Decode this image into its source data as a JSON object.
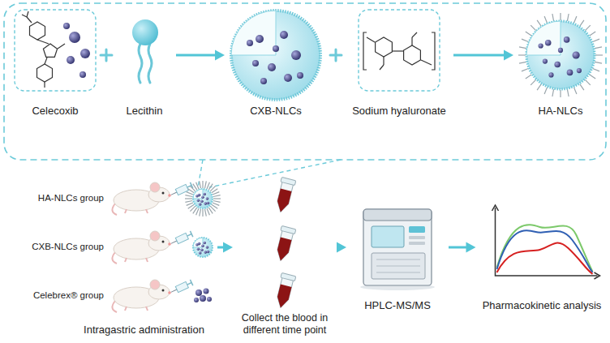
{
  "diagram": {
    "nodes": [
      {
        "text": [
          "Celecoxib"
        ]
      },
      {
        "text": [
          "Lecithin"
        ]
      },
      {
        "text": [
          "CXB-NLCs"
        ]
      },
      {
        "text": [
          "Sodium hyaluronate"
        ]
      },
      {
        "text": [
          "HA-NLCs"
        ]
      },
      {
        "text": [
          "Intragastric administration"
        ]
      },
      {
        "text": [
          "Collect the blood in different time point"
        ]
      },
      {
        "text": [
          "HPLC-MS/MS"
        ]
      },
      {
        "text": [
          "Pharmacokinetic analysis"
        ]
      }
    ],
    "edges": [
      {
        "from": 1,
        "to": 2,
        "arrow": "to"
      },
      {
        "from": 3,
        "to": 4,
        "arrow": "to"
      },
      {
        "from": 5,
        "to": 6,
        "arrow": "to"
      },
      {
        "from": 6,
        "to": 7,
        "arrow": "to"
      },
      {
        "from": 7,
        "to": 8,
        "arrow": "to"
      }
    ],
    "labels": [
      "HA-NLCs group",
      "CXB-NLCs group",
      "Celebrex® group"
    ]
  }
}
